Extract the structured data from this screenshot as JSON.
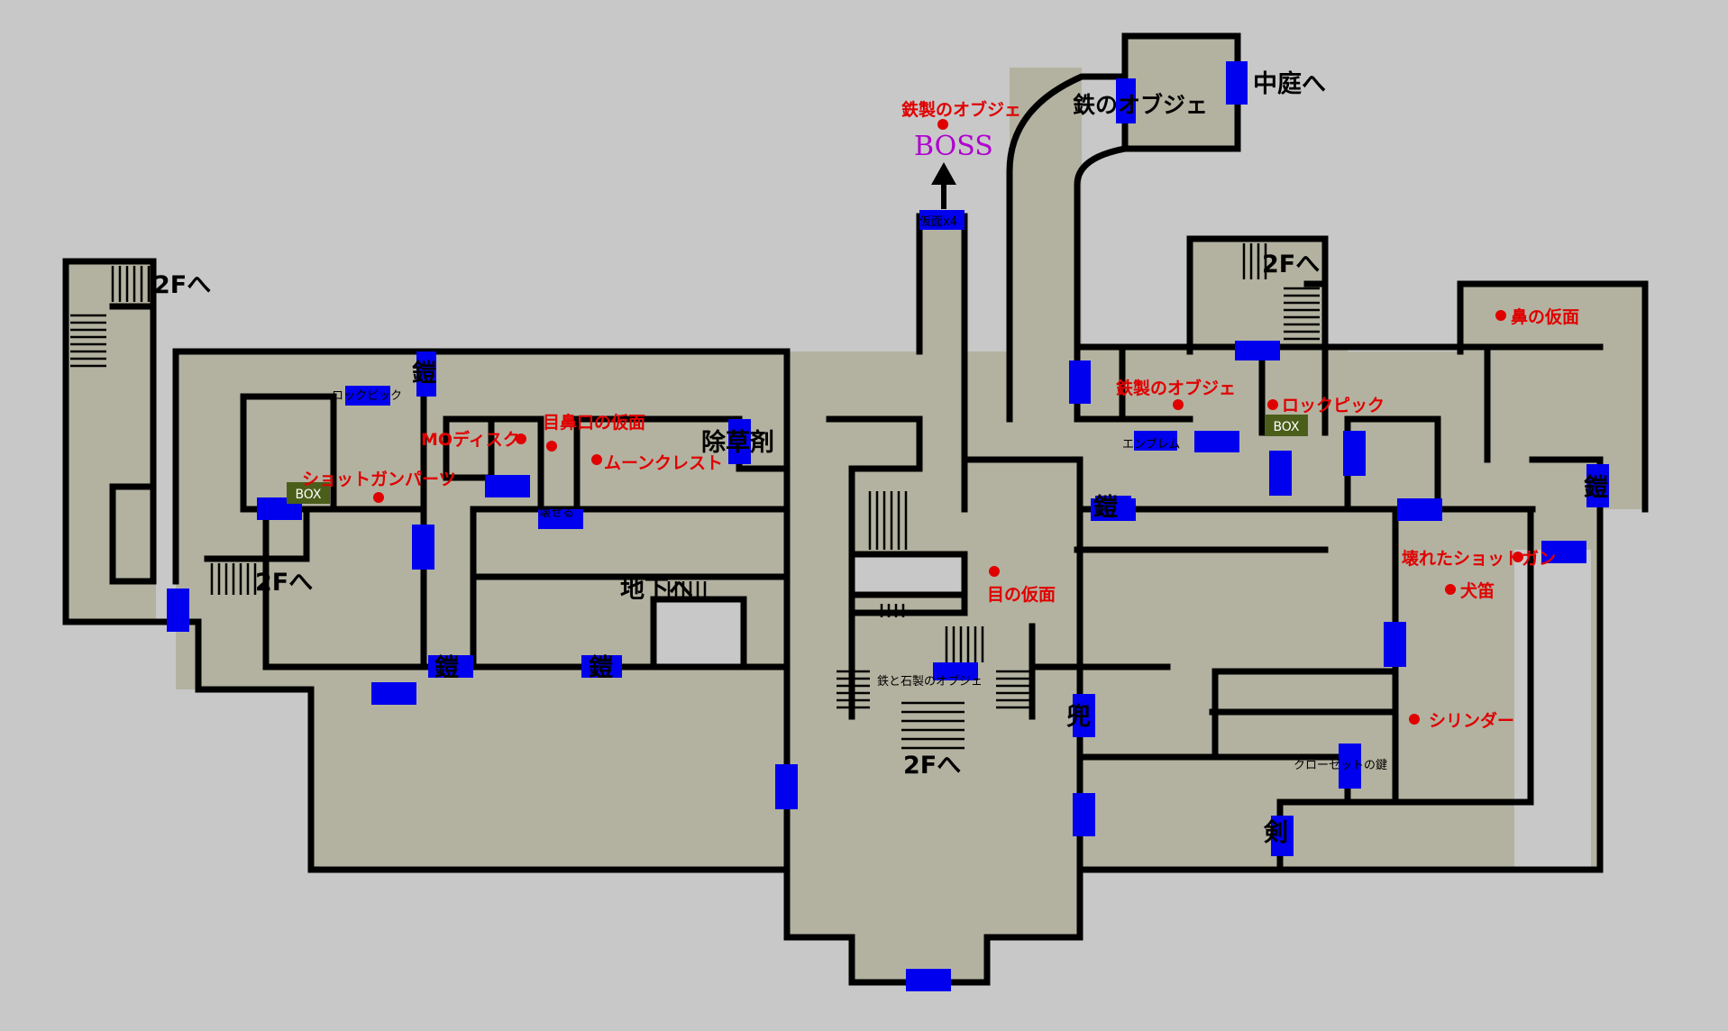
{
  "map": {
    "labels": {
      "to_courtyard": "中庭へ",
      "iron_objet_room": "鉄のオブジェ",
      "to_2f_left": "2Fへ",
      "to_2f_mid_left": "2Fへ",
      "to_2f_right": "2Fへ",
      "to_2f_center": "2Fへ",
      "to_basement": "地下へ",
      "herbicide": "除草剤",
      "armor_top": "鎧",
      "armor_bottom_1": "鎧",
      "armor_bottom_2": "鎧",
      "armor_right_center": "鎧",
      "armor_far_right": "鎧",
      "helmet": "兜",
      "sword": "剣"
    },
    "items": {
      "iron_objet_boss": "鉄製のオブジェ",
      "mo_disk": "MOディスク",
      "eye_nose_mouth_mask": "目鼻口の仮面",
      "moon_crest": "ムーンクレスト",
      "shotgun_parts": "ショットガンパーツ",
      "iron_objet_right": "鉄製のオブジェ",
      "lockpick_right": "ロックピック",
      "nose_mask": "鼻の仮面",
      "eye_mask": "目の仮面",
      "broken_shotgun": "壊れたショットガン",
      "dog_whistle": "犬笛",
      "cylinder": "シリンダー"
    },
    "tags": {
      "lockpick_left": "ロックピック",
      "breakable": "壊せる",
      "masks_x4": "仮面x4",
      "emblem": "エンブレム",
      "iron_stone_objet": "鉄と石製のオブジェ",
      "closet_key": "クローゼットの鍵"
    },
    "boxes": {
      "box_left": "BOX",
      "box_right": "BOX"
    },
    "boss": "BOSS",
    "colors": {
      "background": "#c8c8c8",
      "floor": "#b3b2a0",
      "door": "#0000ee",
      "item_text": "#e00000",
      "boss_text": "#b000d0",
      "box_fill": "#4a5e1a"
    }
  }
}
